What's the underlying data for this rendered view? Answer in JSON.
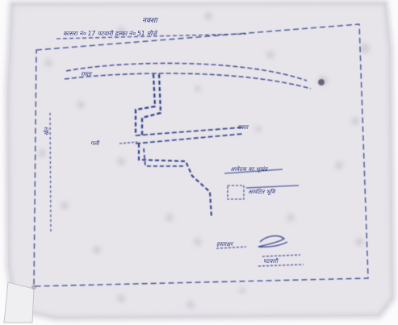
{
  "document": {
    "type": "hand-drawn site sketch map",
    "ink_color": "#2c3a86",
    "paper_color": "#e9e6ec",
    "header_title": "नक्शा",
    "header_subtitle": "कासरा नं० 17 पटवारी हल्का नं० 51 मौजे",
    "road_label": "रास्ता",
    "left_lane_label": "गली",
    "right_lane_label": "रास्ता",
    "left_border_label": "खेत",
    "plot_label_1": "आवेदक का भूखंड",
    "plot_label_2": "आवंटित भूमि",
    "signature_left_label": "हस्ताक्षर",
    "signature_right_label": "पटवारी"
  }
}
